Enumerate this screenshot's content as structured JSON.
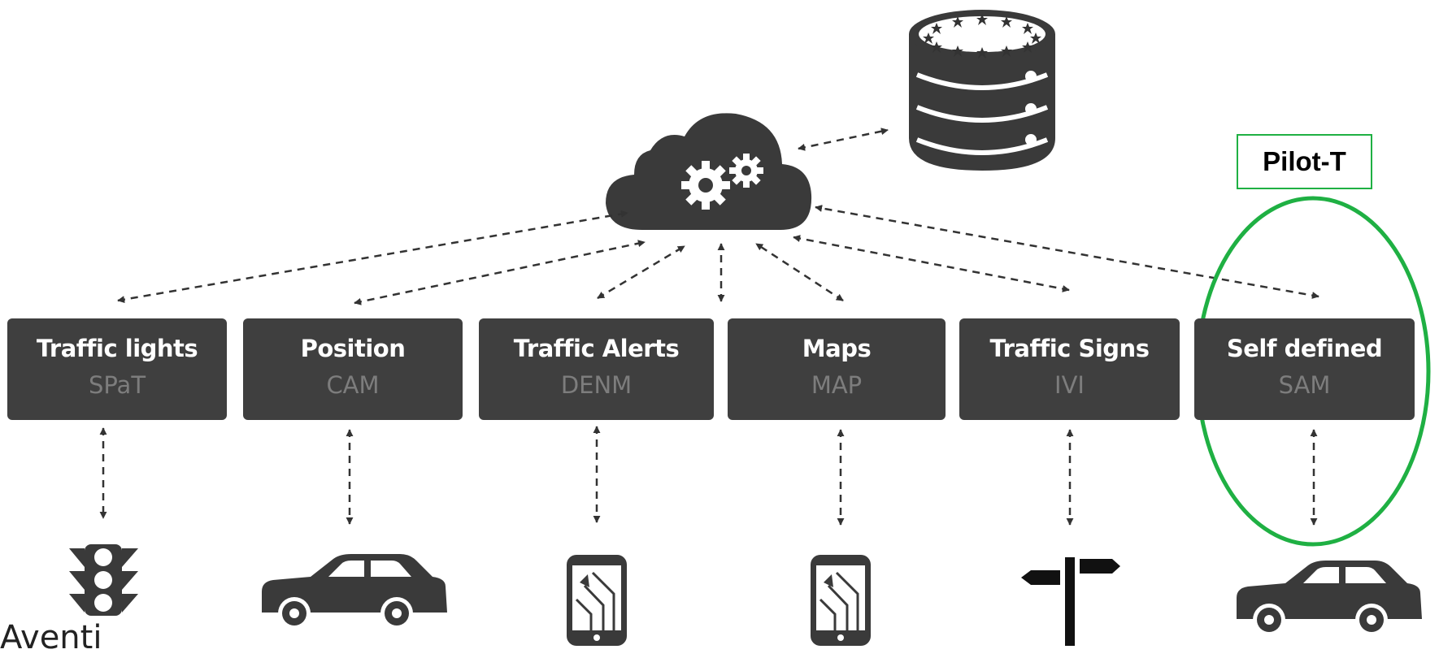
{
  "boxes": [
    {
      "title": "Traffic lights",
      "subtitle": "SPaT"
    },
    {
      "title": "Position",
      "subtitle": "CAM"
    },
    {
      "title": "Traffic Alerts",
      "subtitle": "DENM"
    },
    {
      "title": "Maps",
      "subtitle": "MAP"
    },
    {
      "title": "Traffic Signs",
      "subtitle": "IVI"
    },
    {
      "title": "Self defined",
      "subtitle": "SAM"
    }
  ],
  "pilot_label": "Pilot-T",
  "footer_text": "Aventi",
  "colors": {
    "box": "#3f3f3f",
    "highlight": "#1fb043",
    "icon": "#3a3a3a",
    "subtitle": "#7d7d7d"
  },
  "icons": [
    "cloud-gears-icon",
    "database-icon",
    "traffic-light-icon",
    "car-icon",
    "smartphone-navigation-icon",
    "signpost-icon"
  ]
}
